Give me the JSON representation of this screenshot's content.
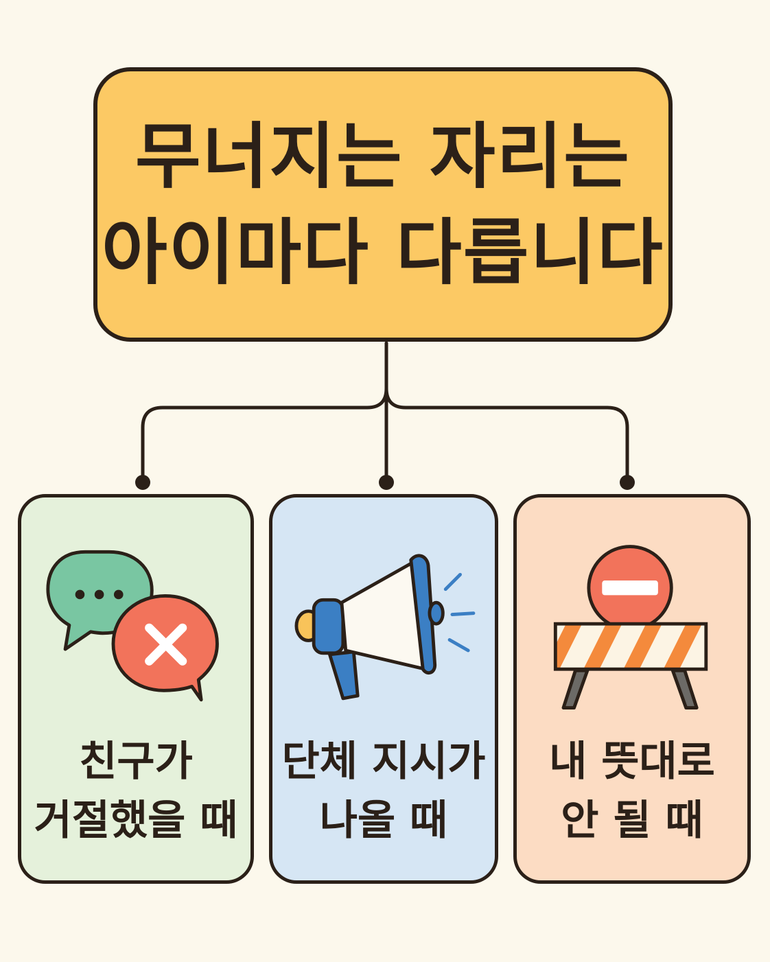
{
  "title": {
    "line1": "무너지는 자리는",
    "line2": "아이마다 다릅니다"
  },
  "cards": [
    {
      "line1": "친구가",
      "line2": "거절했을 때",
      "icon": "chat-reject-icon",
      "color": "#e5f1db"
    },
    {
      "line1": "단체 지시가",
      "line2": "나올 때",
      "icon": "megaphone-icon",
      "color": "#d6e6f4"
    },
    {
      "line1": "내 뜻대로",
      "line2": "안 될 때",
      "icon": "roadblock-icon",
      "color": "#fcdcc3"
    }
  ],
  "colors": {
    "background": "#fcf8ec",
    "title_box": "#fcc964",
    "outline": "#2b2018"
  }
}
